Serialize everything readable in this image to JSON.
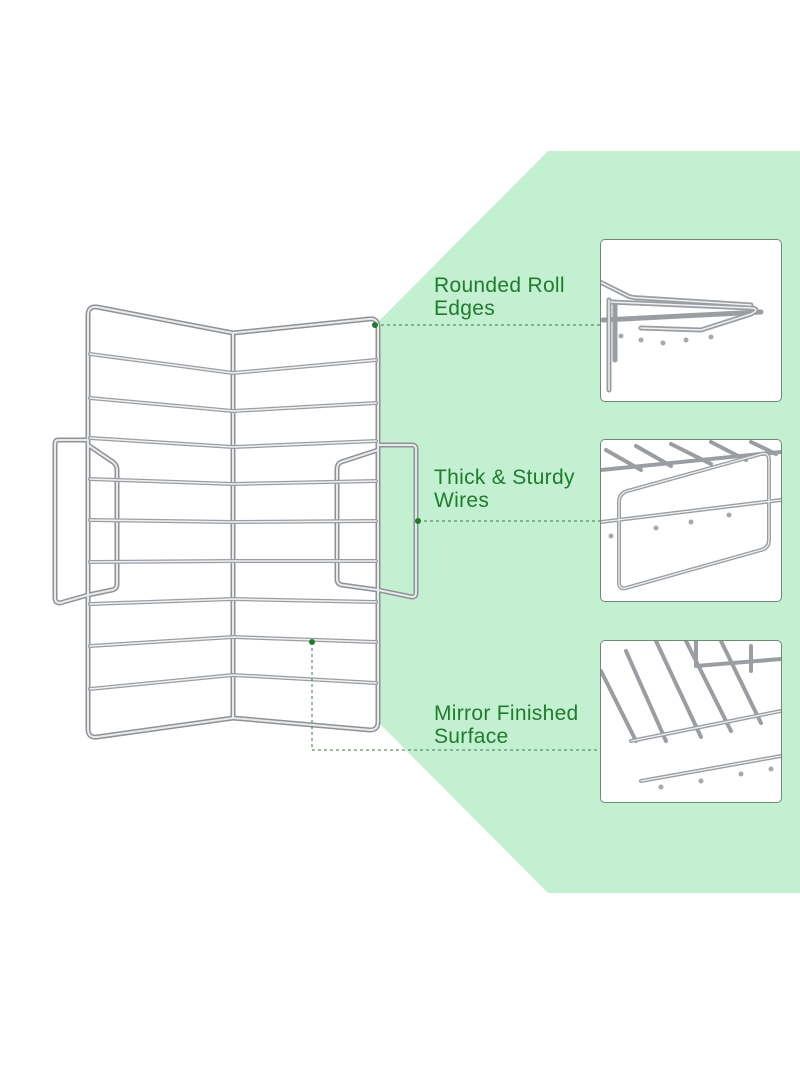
{
  "colors": {
    "accent": "#1e7d2a",
    "band": "#c3f0d1",
    "wire": "#b9bcc0",
    "leader": "#3f7a47"
  },
  "callouts": [
    {
      "line1": "Rounded Roll",
      "line2": "Edges"
    },
    {
      "line1": "Thick & Sturdy",
      "line2": "Wires"
    },
    {
      "line1": "Mirror Finished",
      "line2": "Surface"
    }
  ]
}
